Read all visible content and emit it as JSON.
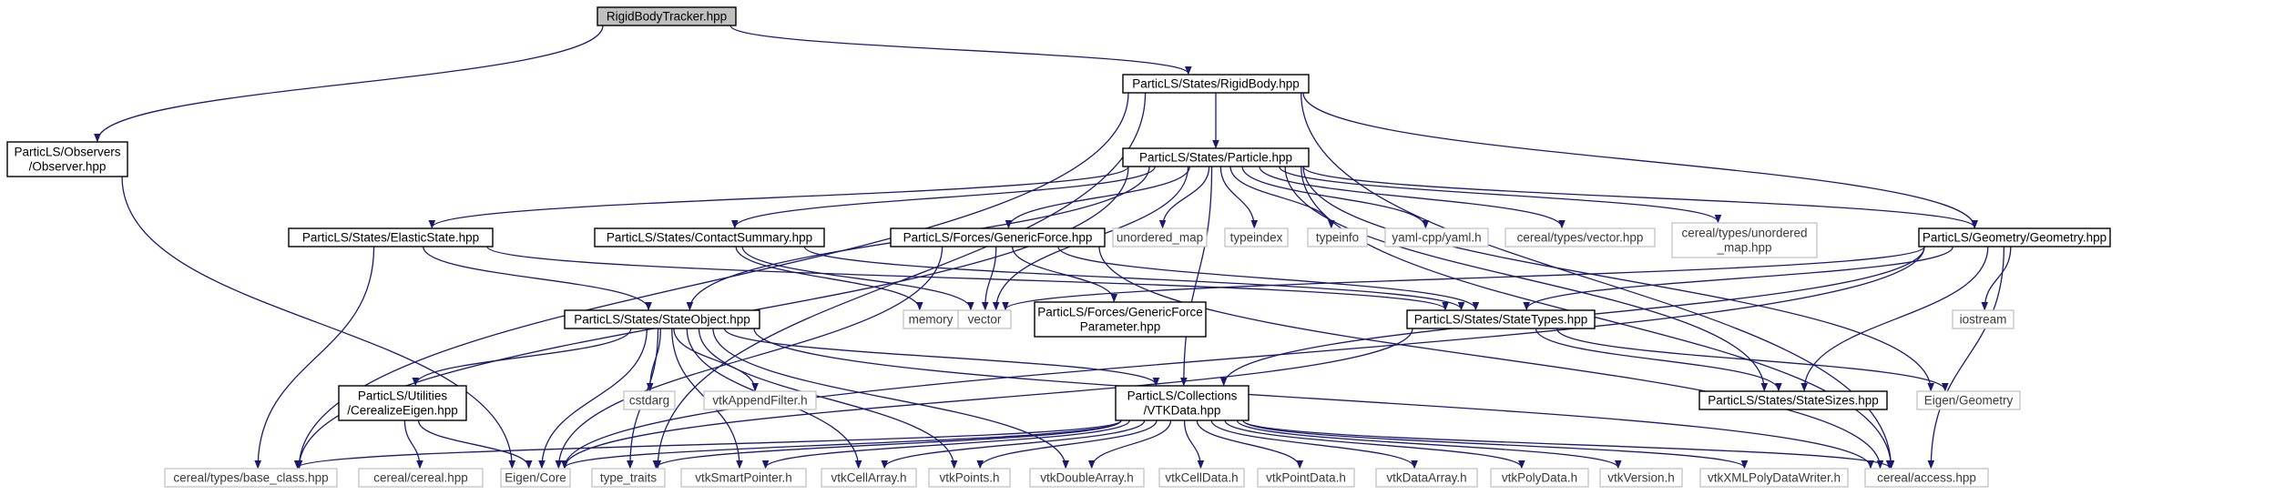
{
  "diagram": {
    "title": "",
    "edge_color": "#191970",
    "nodes": [
      {
        "id": "rbt",
        "lines": [
          "RigidBodyTracker.hpp"
        ],
        "kind": "root"
      },
      {
        "id": "rb",
        "lines": [
          "ParticLS/States/RigidBody.hpp"
        ],
        "kind": "normal"
      },
      {
        "id": "obs",
        "lines": [
          "ParticLS/Observers",
          "/Observer.hpp"
        ],
        "kind": "normal"
      },
      {
        "id": "part",
        "lines": [
          "ParticLS/States/Particle.hpp"
        ],
        "kind": "normal"
      },
      {
        "id": "es",
        "lines": [
          "ParticLS/States/ElasticState.hpp"
        ],
        "kind": "normal"
      },
      {
        "id": "cs",
        "lines": [
          "ParticLS/States/ContactSummary.hpp"
        ],
        "kind": "normal"
      },
      {
        "id": "gf",
        "lines": [
          "ParticLS/Forces/GenericForce.hpp"
        ],
        "kind": "normal"
      },
      {
        "id": "um",
        "lines": [
          "unordered_map"
        ],
        "kind": "external"
      },
      {
        "id": "ti",
        "lines": [
          "typeindex"
        ],
        "kind": "external"
      },
      {
        "id": "tinfo",
        "lines": [
          "typeinfo"
        ],
        "kind": "external"
      },
      {
        "id": "yaml",
        "lines": [
          "yaml-cpp/yaml.h"
        ],
        "kind": "external"
      },
      {
        "id": "cvec",
        "lines": [
          "cereal/types/vector.hpp"
        ],
        "kind": "external"
      },
      {
        "id": "cum",
        "lines": [
          "cereal/types/unordered",
          "_map.hpp"
        ],
        "kind": "external"
      },
      {
        "id": "geo",
        "lines": [
          "ParticLS/Geometry/Geometry.hpp"
        ],
        "kind": "normal"
      },
      {
        "id": "mem",
        "lines": [
          "memory"
        ],
        "kind": "external"
      },
      {
        "id": "vec",
        "lines": [
          "vector"
        ],
        "kind": "external"
      },
      {
        "id": "gfp",
        "lines": [
          "ParticLS/Forces/GenericForce",
          "Parameter.hpp"
        ],
        "kind": "normal"
      },
      {
        "id": "so",
        "lines": [
          "ParticLS/States/StateObject.hpp"
        ],
        "kind": "normal"
      },
      {
        "id": "st",
        "lines": [
          "ParticLS/States/StateTypes.hpp"
        ],
        "kind": "normal"
      },
      {
        "id": "ios",
        "lines": [
          "iostream"
        ],
        "kind": "external"
      },
      {
        "id": "ce",
        "lines": [
          "ParticLS/Utilities",
          "/CerealizeEigen.hpp"
        ],
        "kind": "normal"
      },
      {
        "id": "cstd",
        "lines": [
          "cstdarg"
        ],
        "kind": "external"
      },
      {
        "id": "vaf",
        "lines": [
          "vtkAppendFilter.h"
        ],
        "kind": "external"
      },
      {
        "id": "vtk",
        "lines": [
          "ParticLS/Collections",
          "/VTKData.hpp"
        ],
        "kind": "normal"
      },
      {
        "id": "ss",
        "lines": [
          "ParticLS/States/StateSizes.hpp"
        ],
        "kind": "normal"
      },
      {
        "id": "eg",
        "lines": [
          "Eigen/Geometry"
        ],
        "kind": "external"
      },
      {
        "id": "cbc",
        "lines": [
          "cereal/types/base_class.hpp"
        ],
        "kind": "external"
      },
      {
        "id": "ccer",
        "lines": [
          "cereal/cereal.hpp"
        ],
        "kind": "external"
      },
      {
        "id": "ecore",
        "lines": [
          "Eigen/Core"
        ],
        "kind": "external"
      },
      {
        "id": "tt",
        "lines": [
          "type_traits"
        ],
        "kind": "external"
      },
      {
        "id": "vsp",
        "lines": [
          "vtkSmartPointer.h"
        ],
        "kind": "external"
      },
      {
        "id": "vca",
        "lines": [
          "vtkCellArray.h"
        ],
        "kind": "external"
      },
      {
        "id": "vpts",
        "lines": [
          "vtkPoints.h"
        ],
        "kind": "external"
      },
      {
        "id": "vda",
        "lines": [
          "vtkDoubleArray.h"
        ],
        "kind": "external"
      },
      {
        "id": "vcd",
        "lines": [
          "vtkCellData.h"
        ],
        "kind": "external"
      },
      {
        "id": "vpd",
        "lines": [
          "vtkPointData.h"
        ],
        "kind": "external"
      },
      {
        "id": "vdarr",
        "lines": [
          "vtkDataArray.h"
        ],
        "kind": "external"
      },
      {
        "id": "vpoly",
        "lines": [
          "vtkPolyData.h"
        ],
        "kind": "external"
      },
      {
        "id": "vver",
        "lines": [
          "vtkVersion.h"
        ],
        "kind": "external"
      },
      {
        "id": "vxml",
        "lines": [
          "vtkXMLPolyDataWriter.h"
        ],
        "kind": "external"
      },
      {
        "id": "cacc",
        "lines": [
          "cereal/access.hpp"
        ],
        "kind": "external"
      }
    ],
    "edges": [
      [
        "rbt",
        "rb"
      ],
      [
        "rbt",
        "obs"
      ],
      [
        "rb",
        "part"
      ],
      [
        "rb",
        "cbc"
      ],
      [
        "rb",
        "tt"
      ],
      [
        "rb",
        "cacc"
      ],
      [
        "rb",
        "geo"
      ],
      [
        "obs",
        "ecore"
      ],
      [
        "part",
        "es"
      ],
      [
        "part",
        "cs"
      ],
      [
        "part",
        "gf"
      ],
      [
        "part",
        "um"
      ],
      [
        "part",
        "ti"
      ],
      [
        "part",
        "tinfo"
      ],
      [
        "part",
        "yaml"
      ],
      [
        "part",
        "cvec"
      ],
      [
        "part",
        "cum"
      ],
      [
        "part",
        "geo"
      ],
      [
        "part",
        "vec"
      ],
      [
        "part",
        "so"
      ],
      [
        "part",
        "vtk"
      ],
      [
        "part",
        "ss"
      ],
      [
        "part",
        "cbc"
      ],
      [
        "part",
        "cacc"
      ],
      [
        "part",
        "eg"
      ],
      [
        "es",
        "so"
      ],
      [
        "es",
        "st"
      ],
      [
        "es",
        "cbc"
      ],
      [
        "cs",
        "mem"
      ],
      [
        "cs",
        "vec"
      ],
      [
        "cs",
        "st"
      ],
      [
        "gf",
        "vec"
      ],
      [
        "gf",
        "gfp"
      ],
      [
        "gf",
        "st"
      ],
      [
        "gf",
        "ecore"
      ],
      [
        "gf",
        "cacc"
      ],
      [
        "geo",
        "vec"
      ],
      [
        "geo",
        "st"
      ],
      [
        "geo",
        "ios"
      ],
      [
        "geo",
        "ss"
      ],
      [
        "geo",
        "vtk"
      ],
      [
        "geo",
        "cacc"
      ],
      [
        "geo",
        "ecore"
      ],
      [
        "so",
        "ce"
      ],
      [
        "so",
        "cstd"
      ],
      [
        "so",
        "vaf"
      ],
      [
        "so",
        "vtk"
      ],
      [
        "so",
        "ecore"
      ],
      [
        "so",
        "tt"
      ],
      [
        "so",
        "vsp"
      ],
      [
        "so",
        "vca"
      ],
      [
        "so",
        "vpts"
      ],
      [
        "so",
        "vda"
      ],
      [
        "so",
        "cacc"
      ],
      [
        "st",
        "ss"
      ],
      [
        "st",
        "eg"
      ],
      [
        "st",
        "ecore"
      ],
      [
        "ce",
        "ccer"
      ],
      [
        "ce",
        "ecore"
      ],
      [
        "vtk",
        "cbc"
      ],
      [
        "vtk",
        "ecore"
      ],
      [
        "vtk",
        "tt"
      ],
      [
        "vtk",
        "vsp"
      ],
      [
        "vtk",
        "vca"
      ],
      [
        "vtk",
        "vpts"
      ],
      [
        "vtk",
        "vda"
      ],
      [
        "vtk",
        "vcd"
      ],
      [
        "vtk",
        "vpd"
      ],
      [
        "vtk",
        "vdarr"
      ],
      [
        "vtk",
        "vpoly"
      ],
      [
        "vtk",
        "vver"
      ],
      [
        "vtk",
        "vxml"
      ],
      [
        "vtk",
        "cacc"
      ]
    ]
  }
}
